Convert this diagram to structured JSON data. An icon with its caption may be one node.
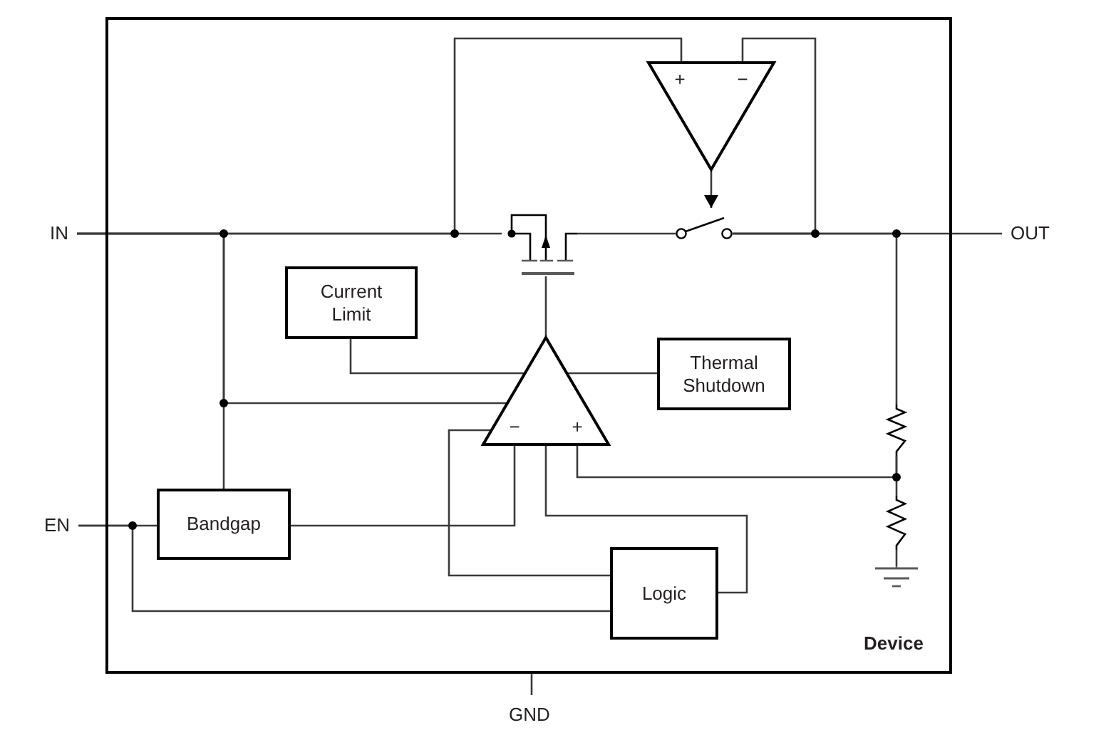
{
  "diagram": {
    "nodes": [
      {
        "text": [
          "Device"
        ]
      },
      {
        "text": [
          "+",
          "−"
        ],
        "in": 0
      },
      {
        "text": [
          "IN"
        ]
      },
      {
        "text": [],
        "shape": "transistor",
        "in": 0
      },
      {
        "text": [],
        "shape": "switch",
        "in": 0
      },
      {
        "text": [
          "OUT"
        ]
      },
      {
        "text": [
          "Current Limit"
        ],
        "in": 0
      },
      {
        "text": [
          "Thermal Shutdown"
        ],
        "in": 0
      },
      {
        "text": [
          "−",
          "+"
        ],
        "in": 0
      },
      {
        "text": [],
        "shape": "resistor",
        "in": 0
      },
      {
        "text": [],
        "shape": "resistor",
        "in": 0
      },
      {
        "text": [
          "EN"
        ]
      },
      {
        "text": [
          "Bandgap"
        ],
        "in": 0
      },
      {
        "text": [
          "Logic"
        ],
        "in": 0
      },
      {
        "text": [],
        "shape": "ground",
        "in": 0
      },
      {
        "text": [
          "GND"
        ]
      }
    ],
    "edges": [
      {
        "from": 2,
        "to": 3,
        "arrow": "none"
      },
      {
        "from": 2,
        "to": 1,
        "arrow": "none"
      },
      {
        "from": 2,
        "to": 12,
        "arrow": "none"
      },
      {
        "from": 2,
        "to": 8,
        "arrow": "none"
      },
      {
        "from": 3,
        "to": 4,
        "arrow": "none"
      },
      {
        "from": 1,
        "to": 4,
        "arrow": "to"
      },
      {
        "from": 4,
        "to": 5,
        "arrow": "none"
      },
      {
        "from": 4,
        "to": 1,
        "arrow": "none"
      },
      {
        "from": 4,
        "to": 9,
        "arrow": "none"
      },
      {
        "from": 8,
        "to": 3,
        "arrow": "none"
      },
      {
        "from": 6,
        "to": 8,
        "arrow": "none"
      },
      {
        "from": 7,
        "to": 8,
        "arrow": "none"
      },
      {
        "from": 9,
        "to": 10,
        "arrow": "none"
      },
      {
        "from": 9,
        "to": 8,
        "arrow": "none"
      },
      {
        "from": 10,
        "to": 14,
        "arrow": "none"
      },
      {
        "from": 11,
        "to": 12,
        "arrow": "none"
      },
      {
        "from": 11,
        "to": 13,
        "arrow": "none"
      },
      {
        "from": 12,
        "to": 8,
        "arrow": "none"
      },
      {
        "from": 13,
        "to": 8,
        "arrow": "none"
      },
      {
        "from": 13,
        "to": 8,
        "arrow": "none"
      },
      {
        "from": 0,
        "to": 15,
        "arrow": "none"
      }
    ]
  }
}
